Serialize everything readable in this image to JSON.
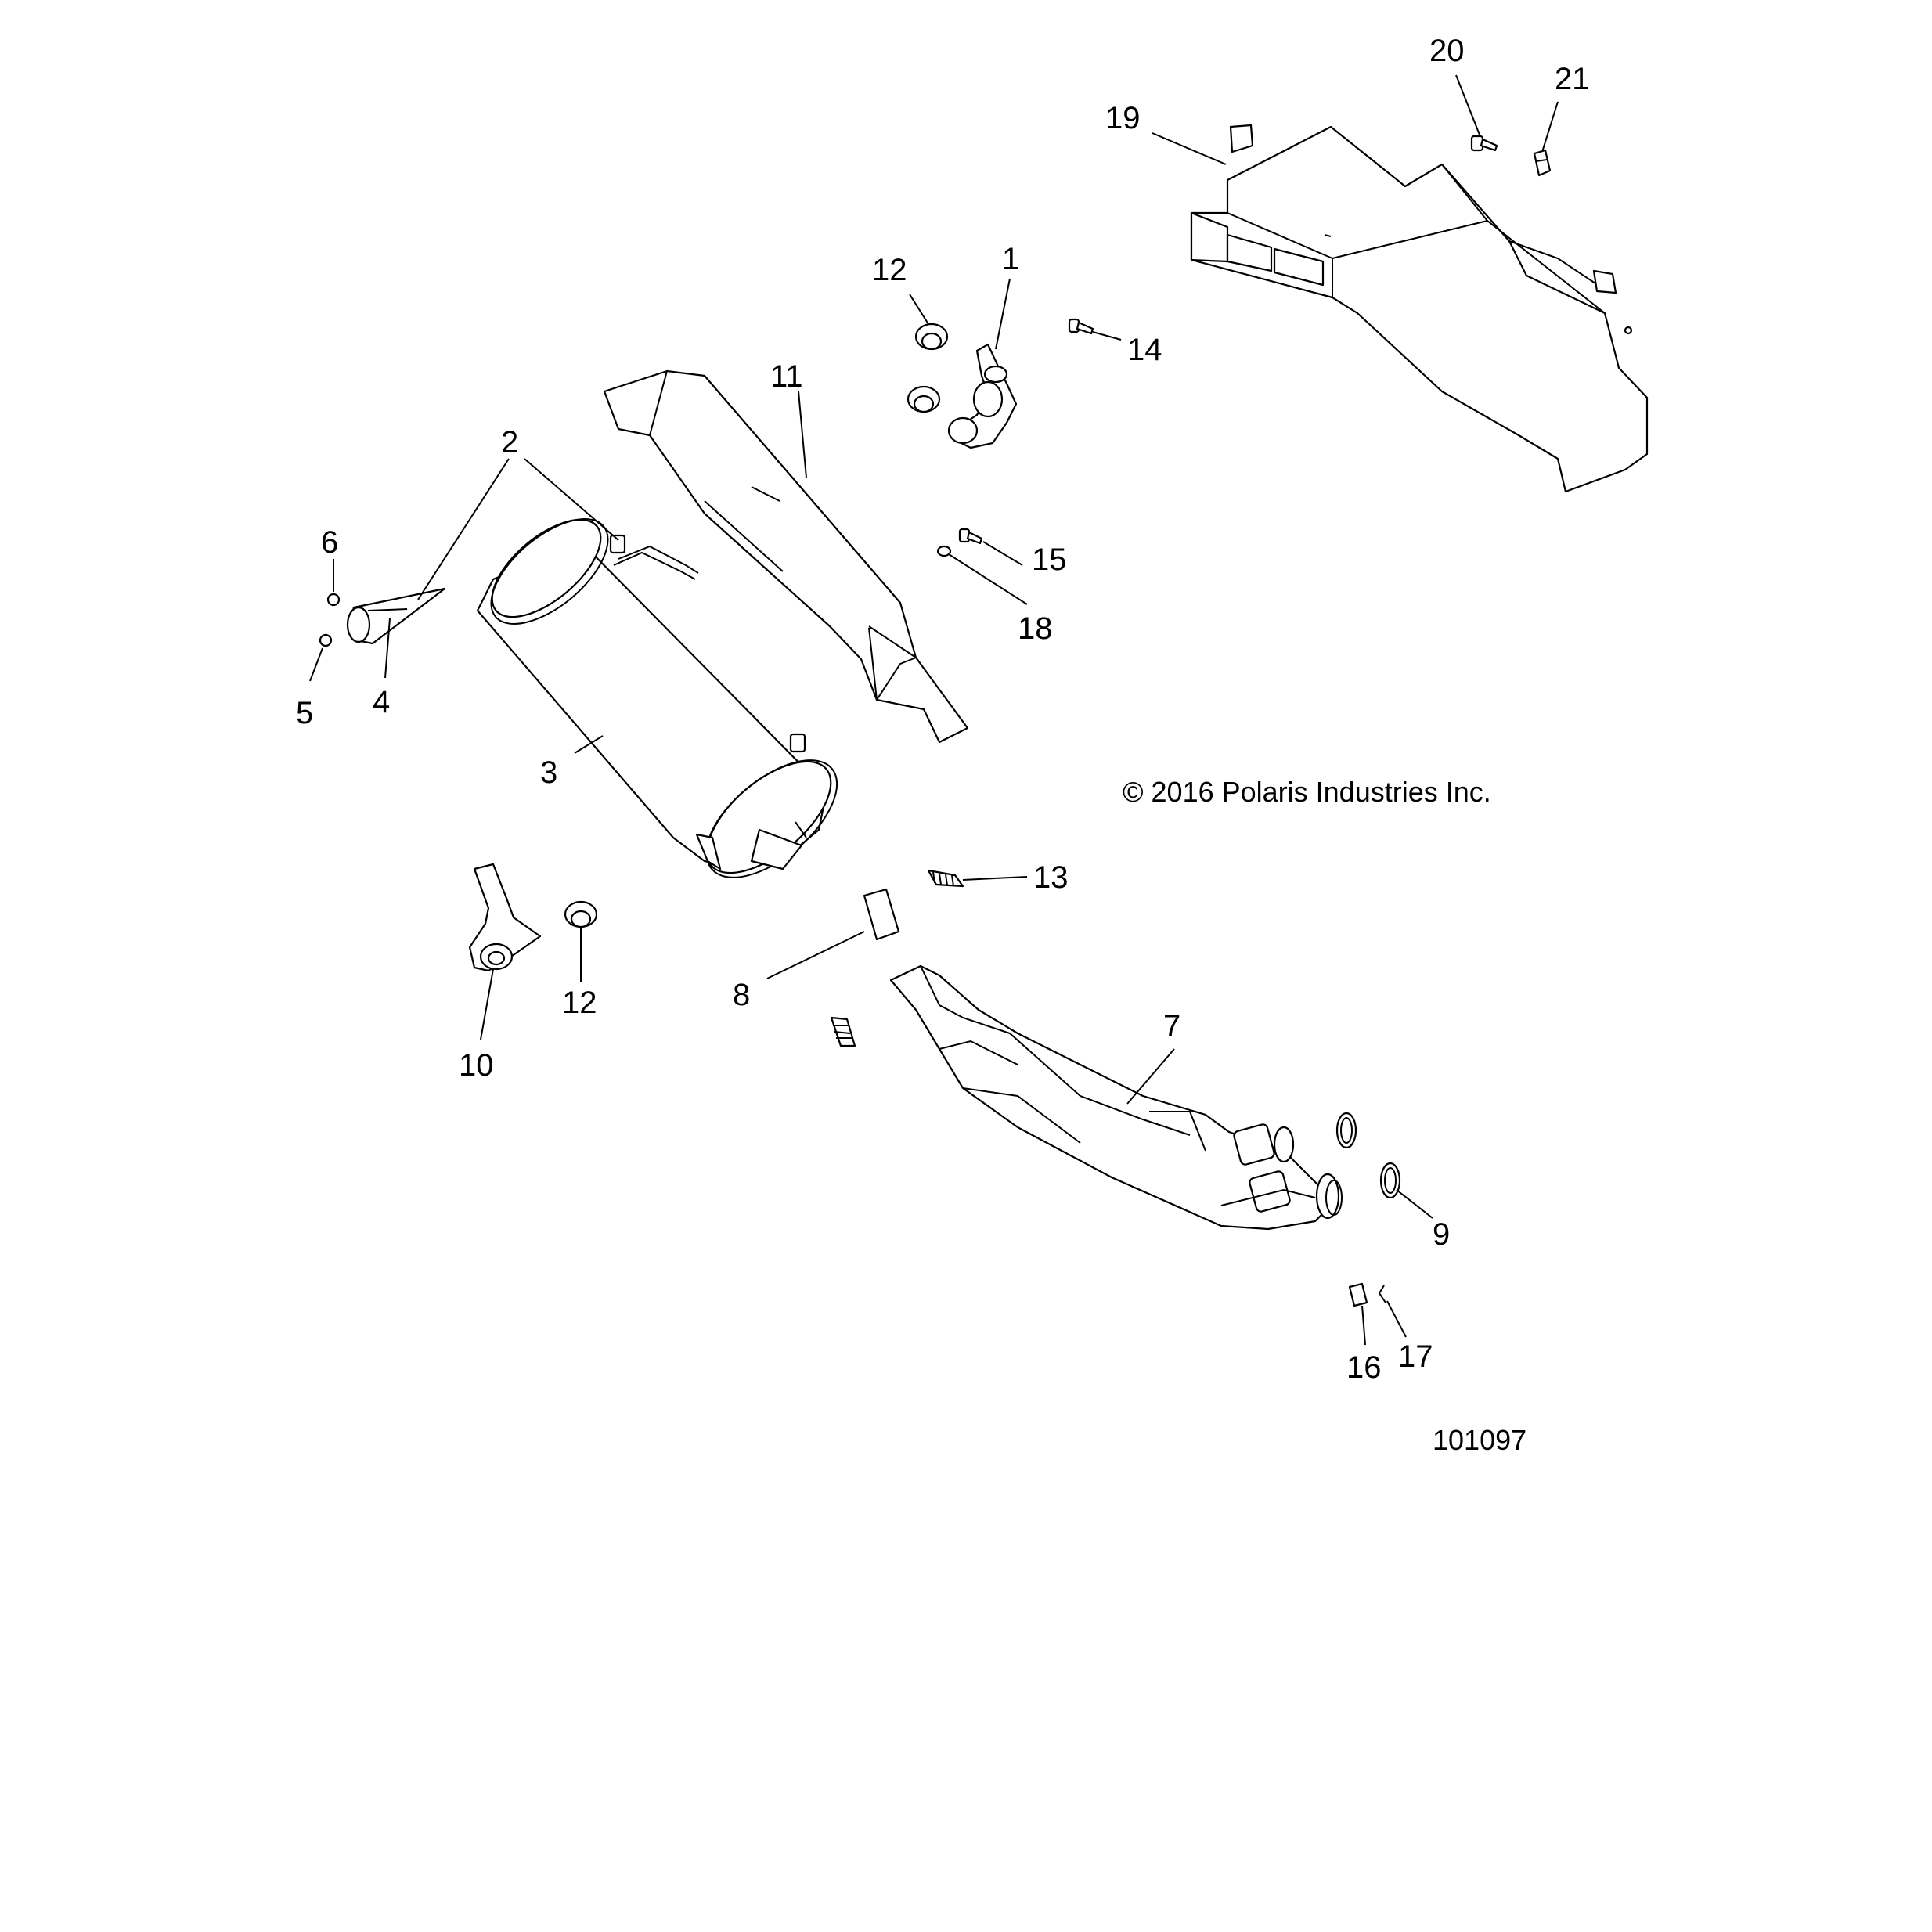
{
  "diagram": {
    "copyright": "© 2016 Polaris Industries Inc.",
    "drawing_number": "101097",
    "callouts": [
      "1",
      "2",
      "3",
      "4",
      "5",
      "6",
      "7",
      "8",
      "9",
      "10",
      "11",
      "12",
      "13",
      "14",
      "15",
      "16",
      "17",
      "18",
      "19",
      "20",
      "21"
    ]
  }
}
